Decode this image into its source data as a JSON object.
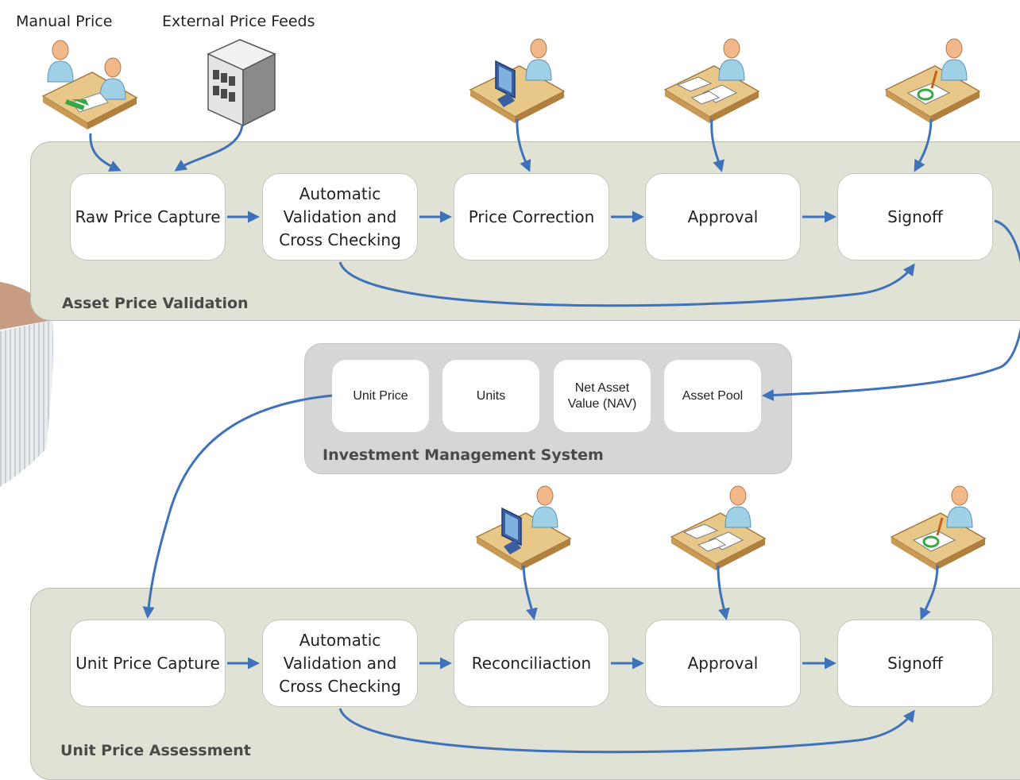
{
  "inputs": {
    "manual_price": "Manual Price",
    "external_price_feeds": "External Price Feeds"
  },
  "asset_price_validation": {
    "title": "Asset Price Validation",
    "steps": [
      "Raw Price Capture",
      "Automatic\nValidation and\nCross Checking",
      "Price Correction",
      "Approval",
      "Signoff"
    ]
  },
  "investment_management_system": {
    "title": "Investment Management System",
    "items": [
      "Unit Price",
      "Units",
      "Net Asset\nValue (NAV)",
      "Asset Pool"
    ]
  },
  "unit_price_assessment": {
    "title": "Unit Price Assessment",
    "steps": [
      "Unit Price Capture",
      "Automatic\nValidation and\nCross Checking",
      "Reconciliaction",
      "Approval",
      "Signoff"
    ]
  },
  "colors": {
    "panel": "#dfe2d4",
    "ims_panel": "#d6d6d6",
    "arrow": "#3f72b9",
    "desk": "#e8c889",
    "person": "#9fd0e6"
  },
  "icons": [
    "meeting-people-icon",
    "server-icon",
    "computer-worker-icon",
    "document-reviewer-icon",
    "signing-worker-icon",
    "hand-photo"
  ]
}
